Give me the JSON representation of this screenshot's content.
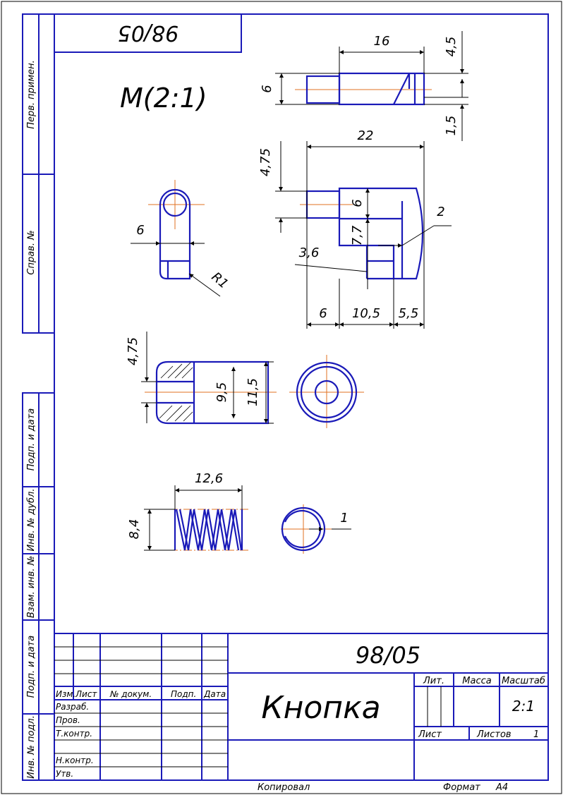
{
  "drawing_number": "98/05",
  "drawing_number_rotated": "98/05",
  "scale_note": "M(2:1)",
  "part_name": "Кнопка",
  "margin_fields": {
    "perv_primen": "Перв. примен.",
    "sprav_no": "Справ. №",
    "podp_data_1": "Подп. и дата",
    "inv_dubl": "Инв. № дубл.",
    "vzam_inv": "Взам. инв. №",
    "podp_data_2": "Подп. и дата",
    "inv_podl": "Инв. № подл."
  },
  "title_block": {
    "col_izm": "Изм.",
    "col_list": "Лист",
    "col_doc": "№ докум.",
    "col_podp": "Подп.",
    "col_data": "Дата",
    "razrab": "Разраб.",
    "prov": "Пров.",
    "tkontr": "Т.контр.",
    "nkontr": "Н.контр.",
    "utv": "Утв.",
    "lit": "Лит.",
    "massa": "Масса",
    "masshtab": "Масштаб",
    "scale_value": "2:1",
    "sheet_label": "Лист",
    "sheets_label": "Листов",
    "sheets_value": "1"
  },
  "footer": {
    "kopiroval": "Копировал",
    "format_label": "Формат",
    "format_value": "A4"
  },
  "dimensions": {
    "top_len": "16",
    "top_dia": "6",
    "top_r1": "4,5",
    "top_r2": "1,5",
    "mid_len": "22",
    "mid_h1": "4,75",
    "mid_d6": "6",
    "mid_77": "7,7",
    "mid_2": "2",
    "mid_36": "3,6",
    "mid_b6": "6",
    "mid_b105": "10,5",
    "mid_b55": "5,5",
    "side_6": "6",
    "side_r1": "R1",
    "cap_475": "4,75",
    "cap_95": "9,5",
    "cap_115": "11,5",
    "spring_len": "12,6",
    "spring_dia": "8,4",
    "wire": "1"
  },
  "colors": {
    "frame": "#1a1ab8",
    "axis": "#e07020",
    "dimension": "#000000"
  }
}
